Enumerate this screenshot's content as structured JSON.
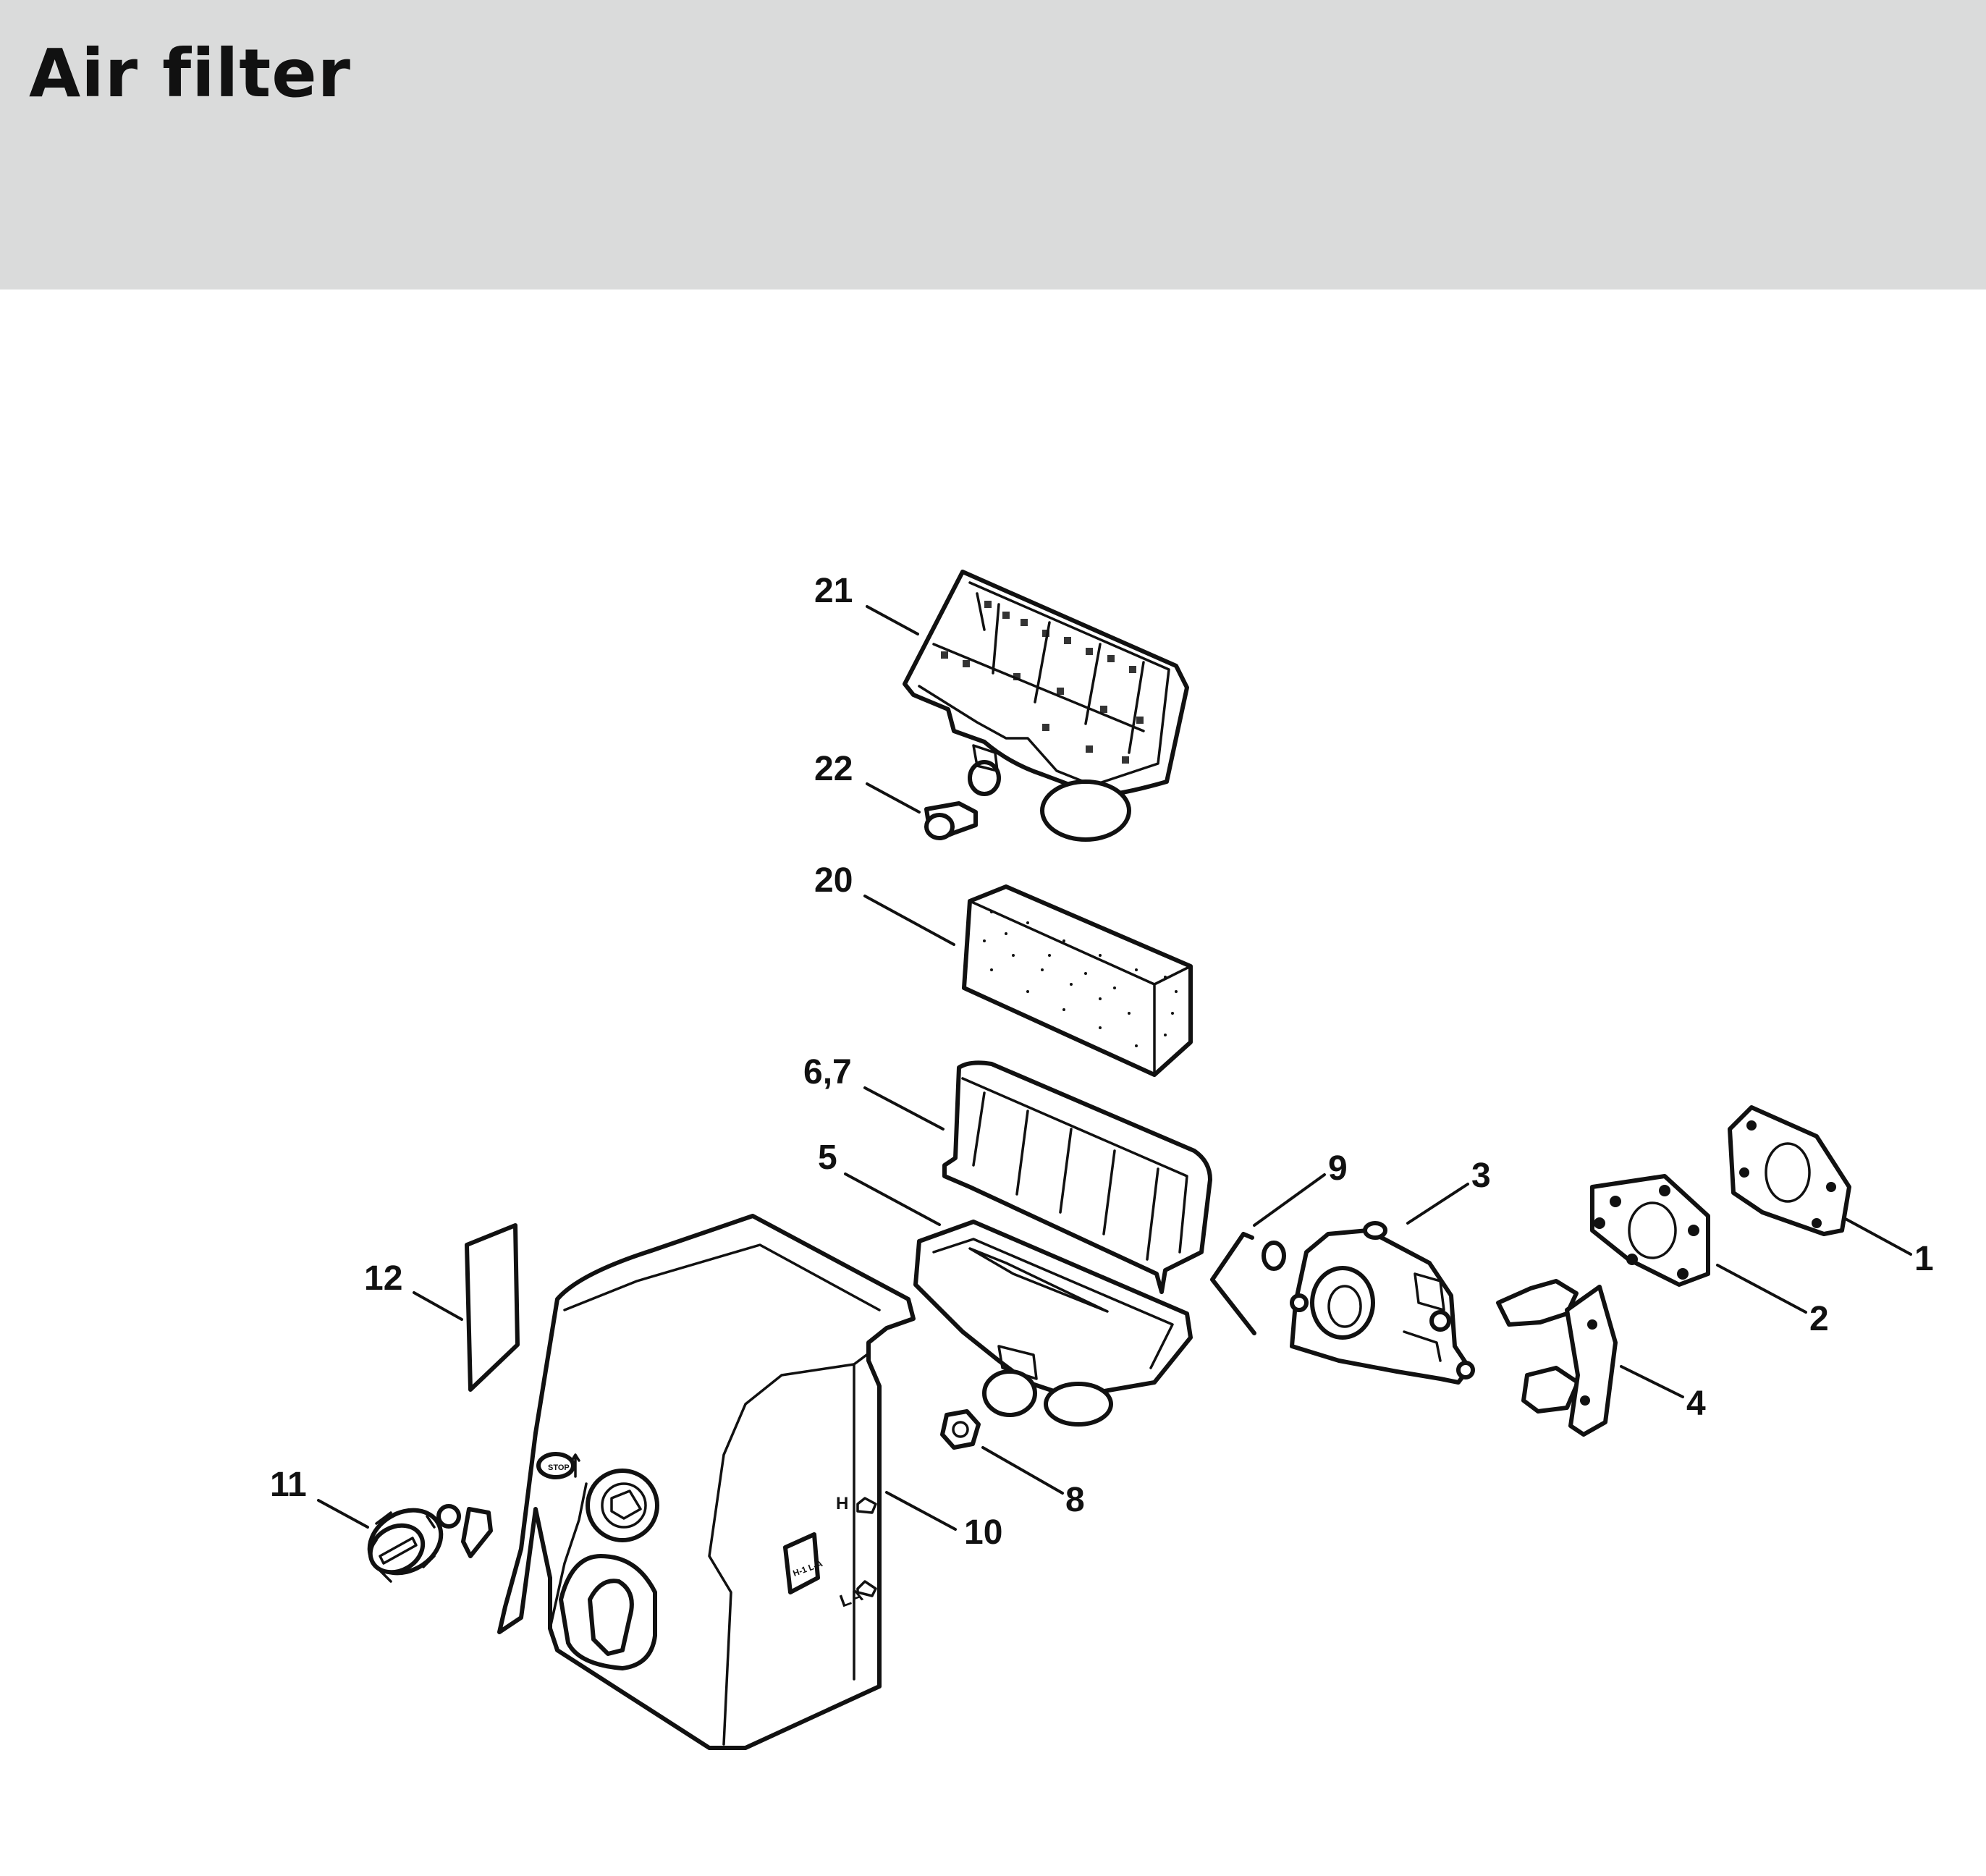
{
  "header": {
    "title": "Air filter"
  },
  "diagram": {
    "callouts": [
      "21",
      "22",
      "20",
      "6,7",
      "5",
      "9",
      "3",
      "1",
      "2",
      "4",
      "12",
      "8",
      "10",
      "11"
    ],
    "cover_markings": {
      "stop": "STOP",
      "h": "H",
      "la": "LA",
      "badge": "H-1 L-A"
    }
  },
  "colors": {
    "header_bg": "#dadbdb",
    "ink": "#111111",
    "background": "#ffffff"
  }
}
